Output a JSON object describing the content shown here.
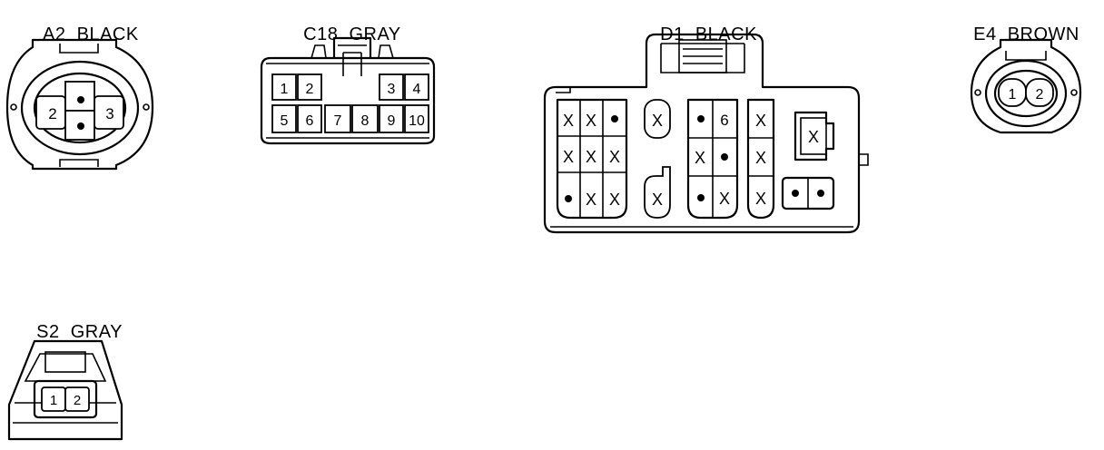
{
  "connectors": {
    "a2": {
      "name": "A2",
      "color": "BLACK",
      "pins": [
        "2",
        "3"
      ]
    },
    "c18": {
      "name": "C18",
      "color": "GRAY",
      "pins": [
        "1",
        "2",
        "3",
        "4",
        "5",
        "6",
        "7",
        "8",
        "9",
        "10"
      ]
    },
    "d1": {
      "name": "D1",
      "color": "BLACK",
      "pin": "6",
      "unused_mark": "X"
    },
    "e4": {
      "name": "E4",
      "color": "BROWN",
      "pins": [
        "1",
        "2"
      ]
    },
    "s2": {
      "name": "S2",
      "color": "GRAY",
      "pins": [
        "1",
        "2"
      ]
    }
  }
}
